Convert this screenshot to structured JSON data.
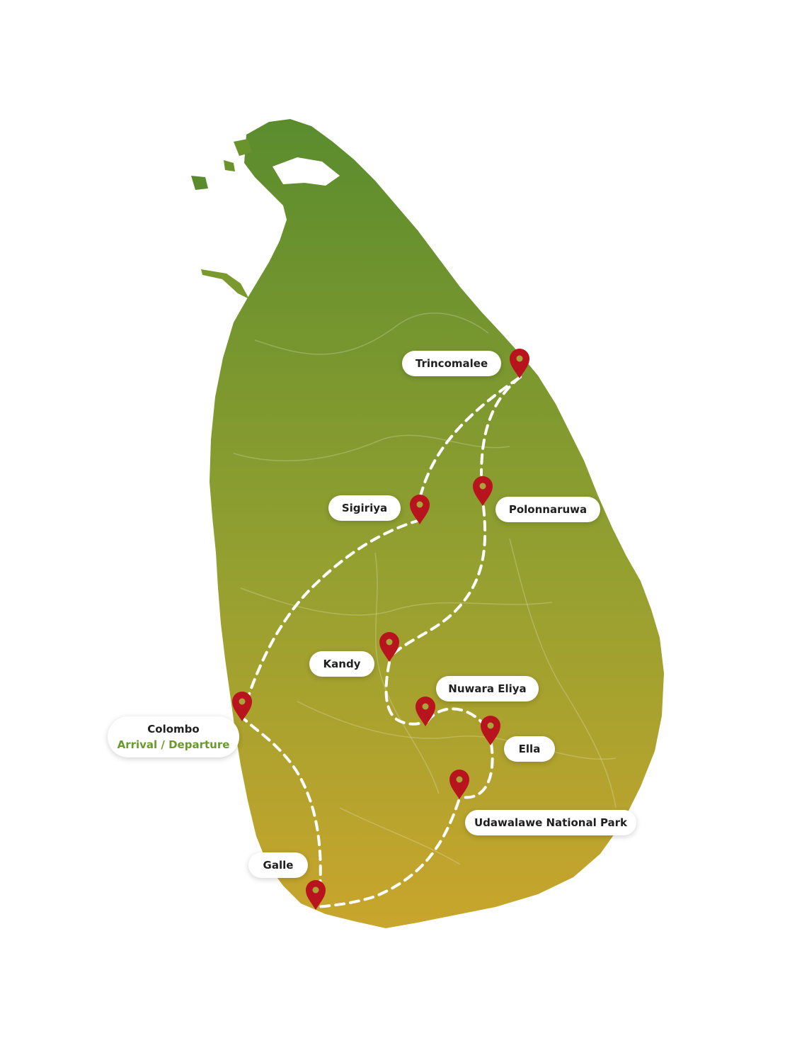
{
  "map": {
    "colors": {
      "gradient_top": "#5a8c2e",
      "gradient_bottom": "#c9a52c",
      "route": "#ffffff",
      "pin": "#b8141e",
      "pin_dot": "#a9a33a",
      "arrival_text": "#6a9a2e"
    },
    "places": [
      {
        "name": "Trincomalee"
      },
      {
        "name": "Sigiriya"
      },
      {
        "name": "Polonnaruwa"
      },
      {
        "name": "Kandy"
      },
      {
        "name": "Nuwara Eliya"
      },
      {
        "name": "Colombo",
        "note": "Arrival / Departure"
      },
      {
        "name": "Ella"
      },
      {
        "name": "Udawalawe National Park"
      },
      {
        "name": "Galle"
      }
    ],
    "route_order": [
      "Colombo",
      "Sigiriya",
      "Trincomalee",
      "Polonnaruwa",
      "Kandy",
      "Nuwara Eliya",
      "Ella",
      "Udawalawe National Park",
      "Galle",
      "Colombo"
    ]
  }
}
